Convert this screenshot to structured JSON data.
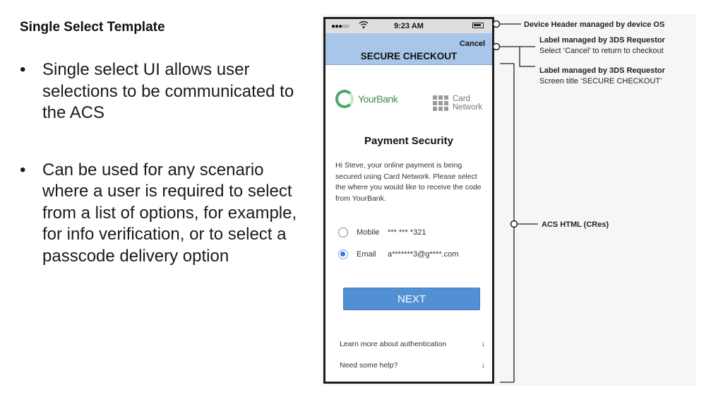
{
  "slide": {
    "title": "Single Select Template",
    "bullets": [
      "Single select UI allows user selections to be communicated to the ACS",
      "Can be used for any scenario where a user is required to select from a list of options, for example, for info verification, or to select a passcode delivery option"
    ]
  },
  "phone": {
    "time": "9:23 AM",
    "signal": "●●●○○",
    "cancel": "Cancel",
    "screen_title": "SECURE CHECKOUT",
    "bank_name": "YourBank",
    "network_name_line1": "Card",
    "network_name_line2": "Network",
    "heading": "Payment Security",
    "description": "Hi Steve, your online payment is being secured using Card Network. Please select the where you would like to receive the code from YourBank.",
    "options": [
      {
        "label": "Mobile",
        "value": "*** *** *321",
        "selected": false
      },
      {
        "label": "Email",
        "value": "a*******3@g****.com",
        "selected": true
      }
    ],
    "next_button": "NEXT",
    "footer": [
      {
        "label": "Learn more about authentication",
        "arrow": "↓"
      },
      {
        "label": "Need some help?",
        "arrow": "↓"
      }
    ]
  },
  "annotations": {
    "device_header": "Device Header managed by device OS",
    "label1_title": "Label managed by 3DS Requestor",
    "label1_detail": "Select ‘Cancel’ to return to checkout",
    "label2_title": "Label managed by 3DS Requestor",
    "label2_detail": "Screen title ‘SECURE CHECKOUT’",
    "acs": "ACS HTML (CRes)"
  }
}
